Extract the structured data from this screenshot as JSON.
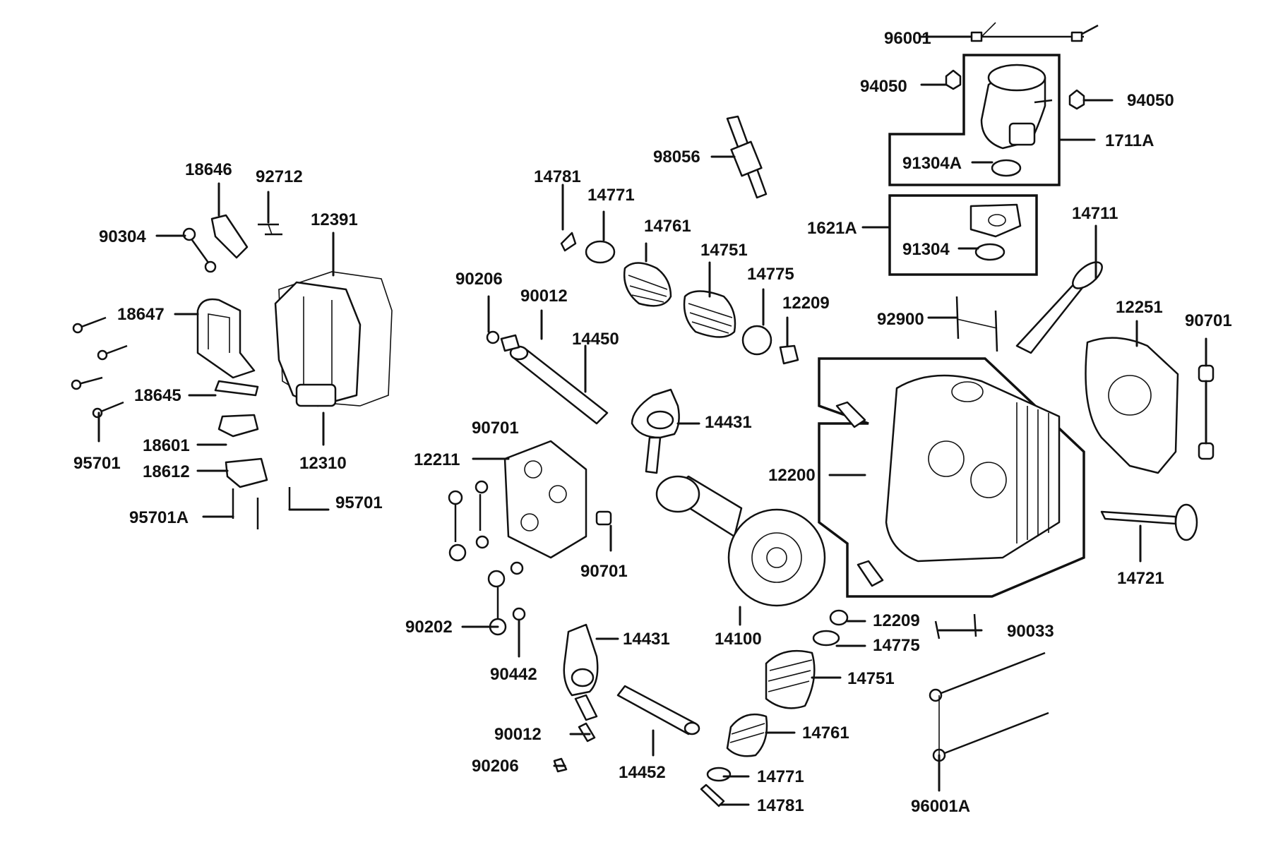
{
  "diagram": {
    "part_numbers": [
      "96001",
      "94050",
      "94050",
      "1711A",
      "91304A",
      "98056",
      "1621A",
      "91304",
      "14711",
      "18646",
      "92712",
      "12391",
      "90304",
      "14781",
      "14771",
      "14761",
      "14751",
      "14775",
      "12209",
      "90206",
      "90012",
      "14450",
      "92900",
      "12251",
      "90701",
      "18647",
      "18645",
      "95701",
      "18601",
      "18612",
      "12310",
      "95701A",
      "95701",
      "90701",
      "14431",
      "12211",
      "12200",
      "90701",
      "14721",
      "14100",
      "90202",
      "90442",
      "14431",
      "12209",
      "90033",
      "14775",
      "14751",
      "14761",
      "90012",
      "90206",
      "14452",
      "14771",
      "14781",
      "96001A"
    ]
  }
}
